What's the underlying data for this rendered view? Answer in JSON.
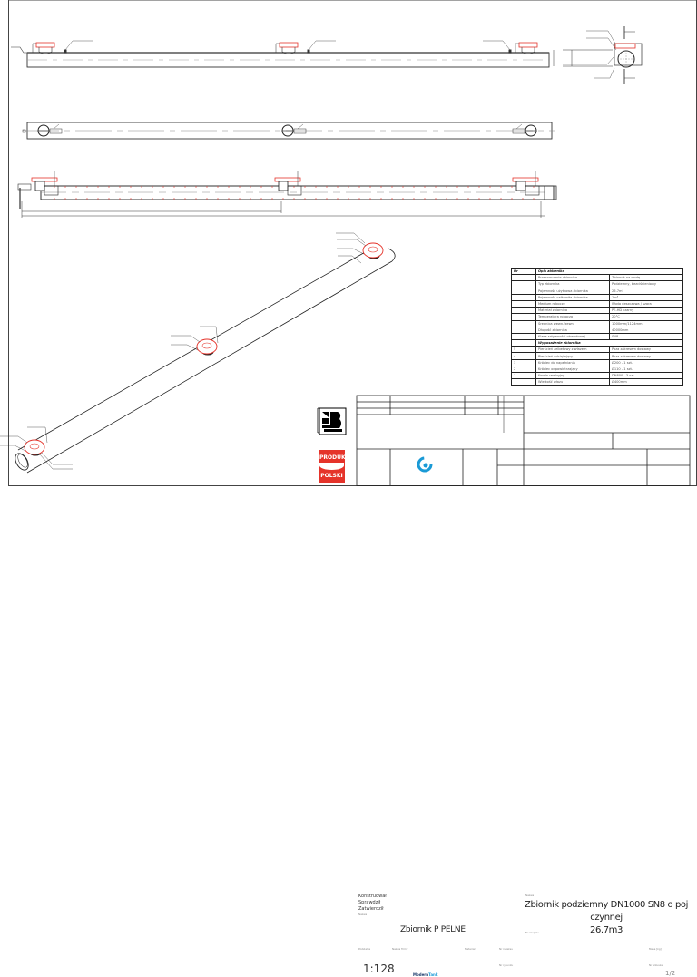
{
  "drawing": {
    "title": "Zbiornik P PELNE",
    "description_line1": "Zbiornik podziemny DN1000 SN8 o poj czynnej",
    "description_line2": "26.7m3",
    "scale": "1:128",
    "sheet": "1/2",
    "colors": {
      "line": "#222222",
      "accent_red": "#e5332a",
      "brand_blue": "#1a9ad6",
      "brand_navy": "#1a3a6b"
    }
  },
  "title_block": {
    "signatures": [
      "Konstruował",
      "Sprawdził",
      "Zatwierdził"
    ],
    "field_labels": {
      "name": "Nazwa",
      "scale": "Podziałka",
      "company": "Nazwa firmy",
      "material": "Materiał",
      "index": "Nr indeksu",
      "mass": "Masa [kg]",
      "drawing_no": "Nr rysunku",
      "sheet_no": "Nr arkusza",
      "assembly": "Nr zespołu",
      "name2": "Nazwa"
    },
    "company_logo": "modern-tank-logo",
    "company_name_a": "Modern",
    "company_name_b": "Tank",
    "badge": {
      "line1": "PRODUKT",
      "line2": "POLSKI"
    }
  },
  "spec_table": {
    "header": [
      "Nr",
      "Opis zbiornika"
    ],
    "rows": [
      [
        "",
        "Przeznaczenie zbiornika",
        "Zbiornik na wodę"
      ],
      [
        "",
        "Typ zbiornika",
        "Podziemny, bezciśnieniowy"
      ],
      [
        "",
        "Pojemność użytkowa zbiornika",
        "26.7m³"
      ],
      [
        "",
        "Pojemność całkowita zbiornika",
        "1m³"
      ],
      [
        "",
        "Medium robocze",
        "Woda deszczowa / szara"
      ],
      [
        "",
        "Materiał zbiornika",
        "PE-HD czarny"
      ],
      [
        "",
        "Temperatura robocza",
        "20°C"
      ],
      [
        "",
        "Średnica wewn./zewn.",
        "1000mm/1124mm"
      ],
      [
        "",
        "Długość zbiornika",
        "40000mm"
      ]
    ],
    "rows_b": [
      [
        "",
        "Klasa sztywności obwodowej",
        "SN8"
      ]
    ],
    "section_title": "Wyposażenie zbiornika",
    "equipment": [
      [
        "5",
        "Pierścień żelbetowy z włazem",
        "Poza zakresem dostawy"
      ],
      [
        "4",
        "Pierścień odciążający",
        "Poza zakresem dostawy"
      ],
      [
        "3",
        "Króciec do napełniania",
        "Ø200 - 1 szt."
      ],
      [
        "2",
        "Króciec odpowietrzający",
        "Ø110 - 1 szt."
      ],
      [
        "1",
        "Komin rewizyjny",
        "DN800 - 3 szt."
      ],
      [
        "",
        "Wielkość włazu",
        "Ø400mm"
      ]
    ]
  },
  "views": [
    {
      "name": "front-view",
      "manholes": 3
    },
    {
      "name": "top-view",
      "manholes": 3
    },
    {
      "name": "section-view",
      "manholes": 3
    },
    {
      "name": "side-view",
      "manholes": 1
    },
    {
      "name": "isometric-view",
      "manholes": 3
    }
  ]
}
